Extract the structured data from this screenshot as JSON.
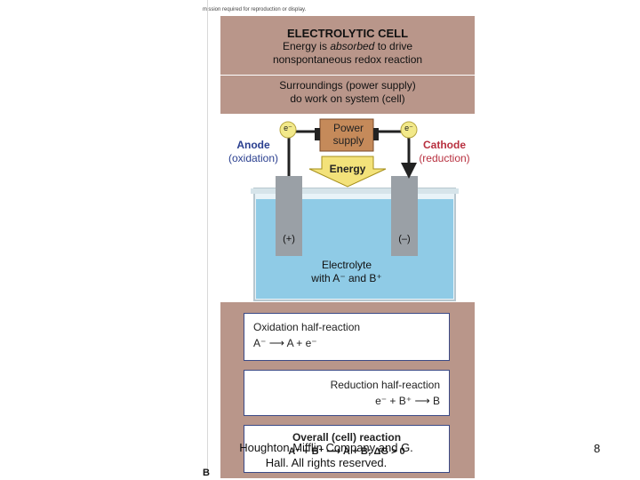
{
  "permission_note": "mission required for reproduction or display.",
  "header": {
    "title": "ELECTROLYTIC CELL",
    "line1_pre": "Energy is ",
    "line1_em": "absorbed",
    "line1_post": " to drive",
    "line2": "nonspontaneous redox reaction"
  },
  "surroundings": {
    "line1": "Surroundings (power supply)",
    "line2": "do work on system (cell)"
  },
  "diagram": {
    "power_supply_line1": "Power",
    "power_supply_line2": "supply",
    "electron_label": "e⁻",
    "energy_label": "Energy",
    "anode_label": "Anode",
    "anode_sub": "(oxidation)",
    "cathode_label": "Cathode",
    "cathode_sub": "(reduction)",
    "anode_sign": "(+)",
    "cathode_sign": "(–)",
    "electrolyte_line1": "Electrolyte",
    "electrolyte_line2": "with A⁻ and B⁺",
    "colors": {
      "anode": "#2a3f8f",
      "cathode": "#b8303f",
      "solution": "#8fcbe6",
      "panel": "#b9968a"
    }
  },
  "oxidation": {
    "title": "Oxidation half-reaction",
    "lhs": "A⁻",
    "rhs": "A + e⁻"
  },
  "reduction": {
    "title": "Reduction half-reaction",
    "lhs": "e⁻ + B⁺",
    "rhs": "B"
  },
  "overall": {
    "title": "Overall (cell) reaction",
    "equation": "A⁻ + B⁺ ⟶ A + B; ΔG > 0"
  },
  "credit": {
    "line1": "Houghton Mifflin Company and G.",
    "line2": "Hall. All rights reserved."
  },
  "page_number": "8",
  "figure_label": "B"
}
